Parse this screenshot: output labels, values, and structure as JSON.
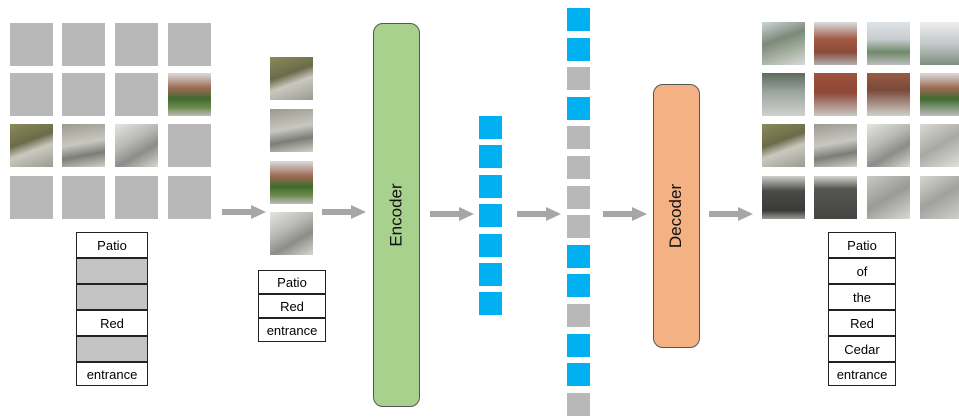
{
  "input_grid": {
    "rows": [
      [
        "masked",
        "masked",
        "masked",
        "masked"
      ],
      [
        "masked",
        "masked",
        "masked",
        "photo"
      ],
      [
        "photo",
        "photo",
        "photo",
        "masked"
      ],
      [
        "masked",
        "masked",
        "masked",
        "masked"
      ]
    ]
  },
  "input_words": [
    "Patio",
    "",
    "",
    "Red",
    "",
    "entrance"
  ],
  "visible_words": [
    "Patio",
    "Red",
    "entrance"
  ],
  "encoder": {
    "label": "Encoder",
    "color": "#a8d18d"
  },
  "decoder": {
    "label": "Decoder",
    "color": "#f4b183"
  },
  "encoded_tokens": 7,
  "token_sequence": [
    "blue",
    "blue",
    "gray",
    "blue",
    "gray",
    "gray",
    "gray",
    "gray",
    "blue",
    "blue",
    "gray",
    "blue",
    "blue",
    "gray"
  ],
  "output_words": [
    "Patio",
    "of",
    "the",
    "Red",
    "Cedar",
    "entrance"
  ],
  "colors": {
    "token_blue": "#00b0f0",
    "token_gray": "#b8b8b8",
    "masked_patch": "#b8b8b8",
    "arrow": "#a6a6a6"
  }
}
